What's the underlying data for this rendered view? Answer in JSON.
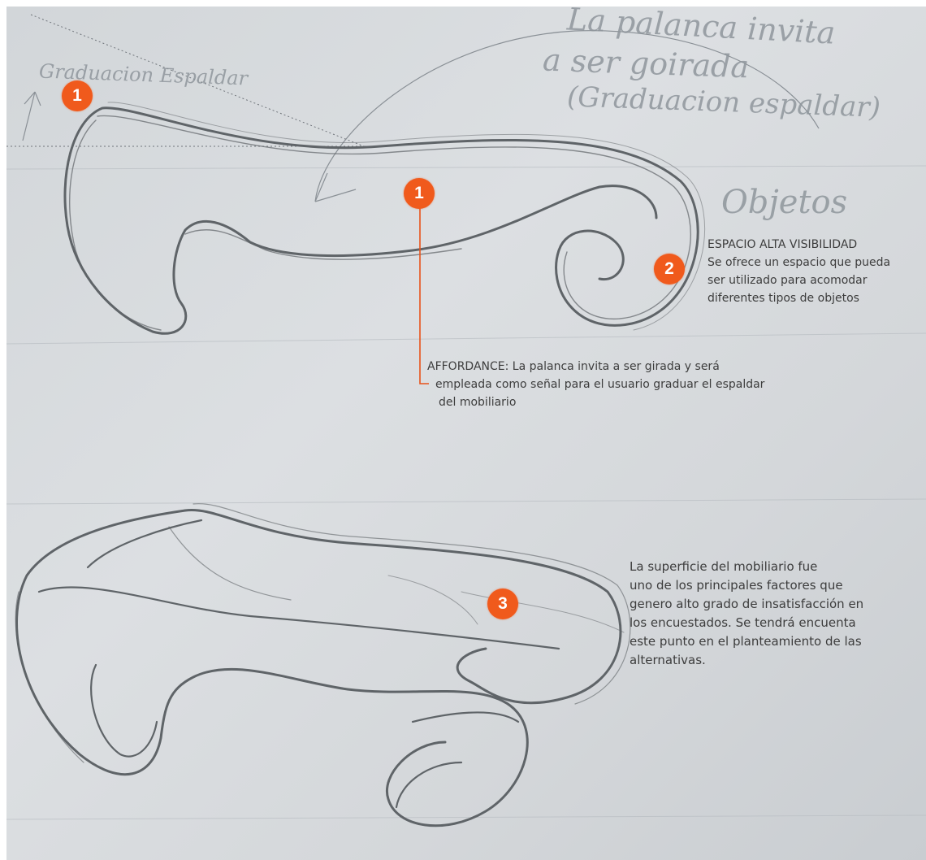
{
  "handwriting": {
    "top_left": "Graduacion Espaldar",
    "top_right_1": "La palanca invita",
    "top_right_2": "a ser goirada",
    "top_right_3": "(Graduacion espaldar)",
    "objetos": "Objetos"
  },
  "markers": {
    "m1_top": "1",
    "m1_center": "1",
    "m2": "2",
    "m3": "3"
  },
  "annotations": {
    "espacio": [
      "ESPACIO ALTA VISIBILIDAD",
      "Se ofrece un espacio que pueda",
      "ser utilizado para acomodar",
      "diferentes tipos de objetos"
    ],
    "affordance": [
      "AFFORDANCE: La palanca invita a ser girada y será",
      "empleada como señal para el usuario graduar el espaldar",
      "del mobiliario"
    ],
    "superficie": [
      "La superficie del mobiliario fue",
      " uno de los principales factores que",
      "genero alto grado de insatisfacción en",
      "los encuestados. Se tendrá encuenta",
      "este punto en el planteamiento de las",
      "alternativas."
    ]
  },
  "colors": {
    "marker": "#f05a1c",
    "leader_line": "#e8531b",
    "pencil": "#6e7378",
    "paper": "#d6d9dc"
  }
}
